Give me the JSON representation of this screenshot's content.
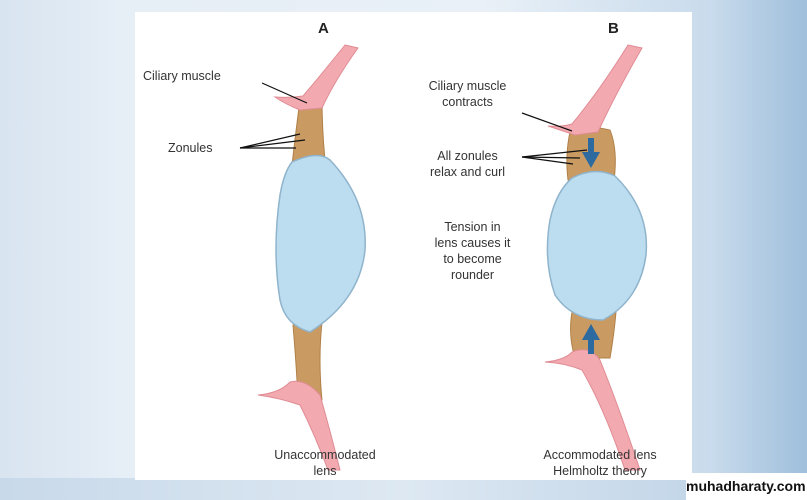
{
  "panel_a": {
    "heading": "A",
    "ciliary_label": "Ciliary muscle",
    "zonules_label": "Zonules",
    "caption_line1": "Unaccommodated",
    "caption_line2": "lens"
  },
  "panel_b": {
    "heading": "B",
    "ciliary_line1": "Ciliary muscle",
    "ciliary_line2": "contracts",
    "zonules_line1": "All zonules",
    "zonules_line2": "relax and curl",
    "tension_line1": "Tension in",
    "tension_line2": "lens causes it",
    "tension_line3": "to become",
    "tension_line4": "rounder",
    "caption_line1": "Accommodated lens",
    "caption_line2": "Helmholtz theory"
  },
  "watermark": "muhadharaty.com",
  "colors": {
    "lens": "#bcdcef",
    "muscle": "#f2a9b0",
    "zonule": "#c99a62",
    "arrow": "#2d6a9f"
  }
}
